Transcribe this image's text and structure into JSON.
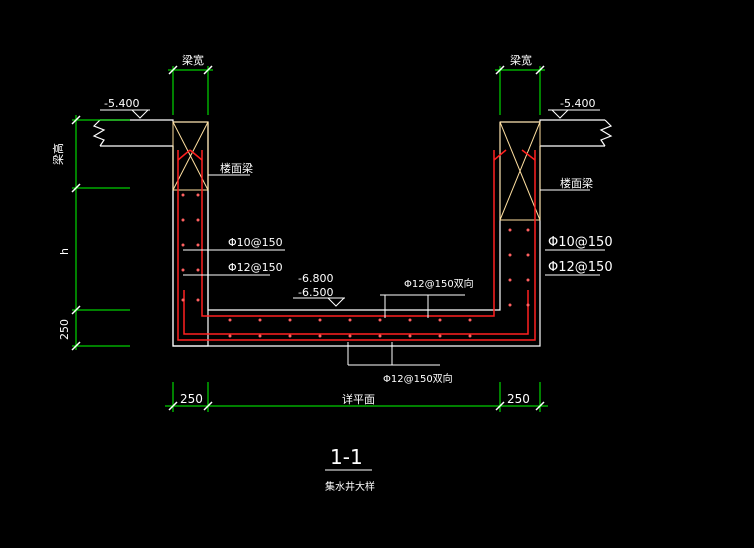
{
  "drawing": {
    "section_title": "1-1",
    "section_subtitle": "集水井大样",
    "left_top_label": "梁宽",
    "right_top_label": "梁宽",
    "left_level": "-5.400",
    "right_level": "-5.400",
    "left_beam_label": "楼面梁",
    "right_beam_label": "楼面梁",
    "left_rebar_1": "Φ10@150",
    "left_rebar_2": "Φ12@150",
    "right_rebar_1": "Φ10@150",
    "right_rebar_2": "Φ12@150",
    "level_inner": "-6.800",
    "level_floor": "-6.500",
    "slab_rebar_top": "Φ12@150双向",
    "slab_rebar_bottom": "Φ12@150双向",
    "dim_left_vert_top": "梁高",
    "dim_left_vert_mid": "h",
    "dim_left_vert_bottom": "250",
    "dim_bottom_left": "250",
    "dim_bottom_mid": "详平面",
    "dim_bottom_right": "250"
  },
  "colors": {
    "background": "#000000",
    "outline": "#ffffff",
    "rebar": "#ff2020",
    "dimension": "#00ff00",
    "beam_fill": "#ffe0a0",
    "text": "#ffffff"
  }
}
